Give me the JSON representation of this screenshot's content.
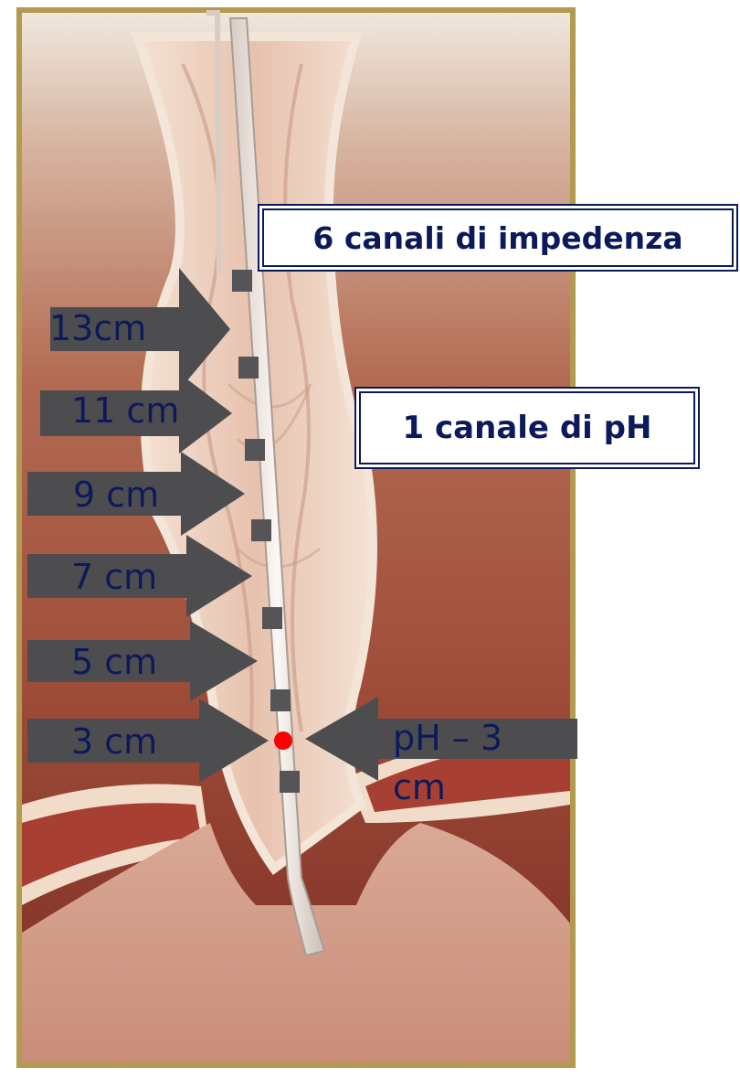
{
  "callouts": {
    "impedance": "6 canali di impedenza",
    "ph_channel": "1 canale di pH"
  },
  "arrow_labels": [
    "13cm",
    "11 cm",
    "9 cm",
    "7 cm",
    "5 cm",
    "3 cm"
  ],
  "ph_arrow": {
    "line1": "pH – 3",
    "line2": "cm"
  },
  "colors": {
    "label_text": "#0c1a5c",
    "arrow": "#4d4d4f",
    "ph_marker": "#ff0000",
    "frame": "#b29a4e"
  }
}
